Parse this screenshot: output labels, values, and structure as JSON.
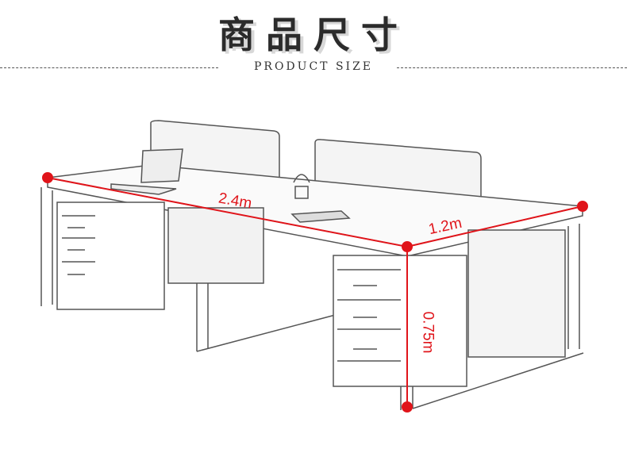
{
  "header": {
    "title": "商品尺寸",
    "subtitle": "PRODUCT SIZE"
  },
  "dimensions": {
    "length": "2.4m",
    "depth": "1.2m",
    "height": "0.75m"
  },
  "colors": {
    "accent": "#e0141a",
    "line": "#555555"
  }
}
